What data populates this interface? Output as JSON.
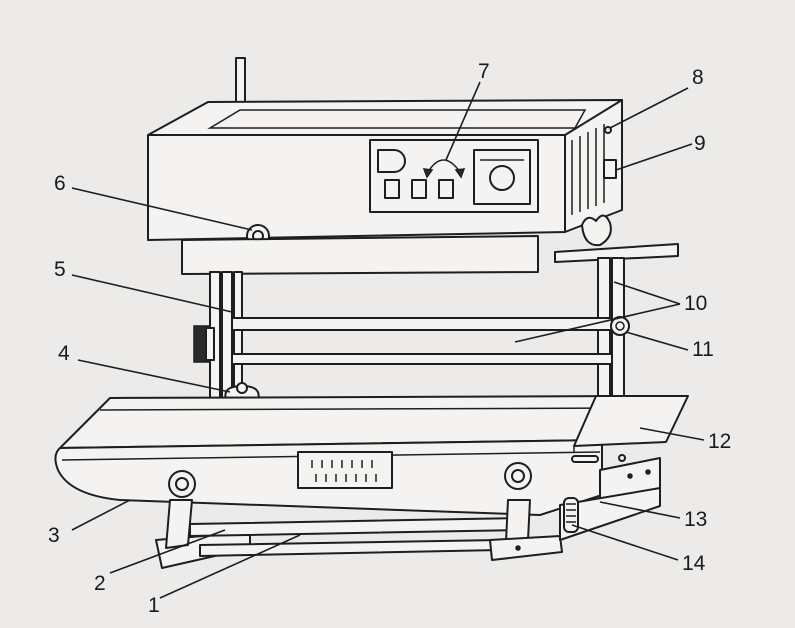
{
  "callouts": [
    {
      "id": "c1",
      "label": "1"
    },
    {
      "id": "c2",
      "label": "2"
    },
    {
      "id": "c3",
      "label": "3"
    },
    {
      "id": "c4",
      "label": "4"
    },
    {
      "id": "c5",
      "label": "5"
    },
    {
      "id": "c6",
      "label": "6"
    },
    {
      "id": "c7",
      "label": "7"
    },
    {
      "id": "c8",
      "label": "8"
    },
    {
      "id": "c9",
      "label": "9"
    },
    {
      "id": "c10",
      "label": "10"
    },
    {
      "id": "c11",
      "label": "11"
    },
    {
      "id": "c12",
      "label": "12"
    },
    {
      "id": "c13",
      "label": "13"
    },
    {
      "id": "c14",
      "label": "14"
    }
  ],
  "colors": {
    "paper": "#ecebe9",
    "ink": "#1e1e1e"
  }
}
